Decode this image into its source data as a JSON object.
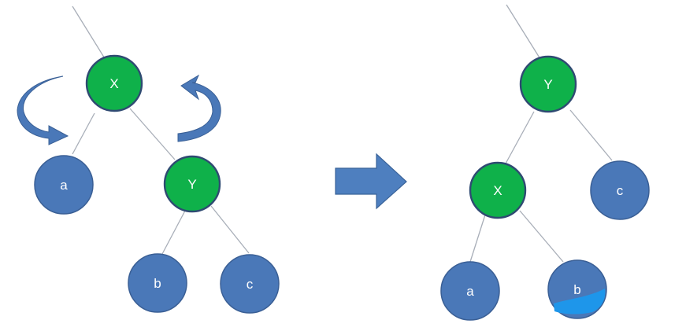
{
  "colors": {
    "pivot_node": "#0fb14a",
    "subtree_node": "#4a78b8",
    "edge": "#a8aeb8",
    "arrow": "#4e7fbf"
  },
  "before": {
    "x_label": "X",
    "y_label": "Y",
    "a_label": "a",
    "b_label": "b",
    "c_label": "c"
  },
  "after": {
    "y_label": "Y",
    "x_label": "X",
    "c_label": "c",
    "a_label": "a",
    "b_label": "b"
  },
  "icons": {
    "rotation_left": "curved-arrow-counterclockwise-icon",
    "rotation_right": "curved-arrow-clockwise-icon",
    "transform": "right-arrow-icon"
  }
}
